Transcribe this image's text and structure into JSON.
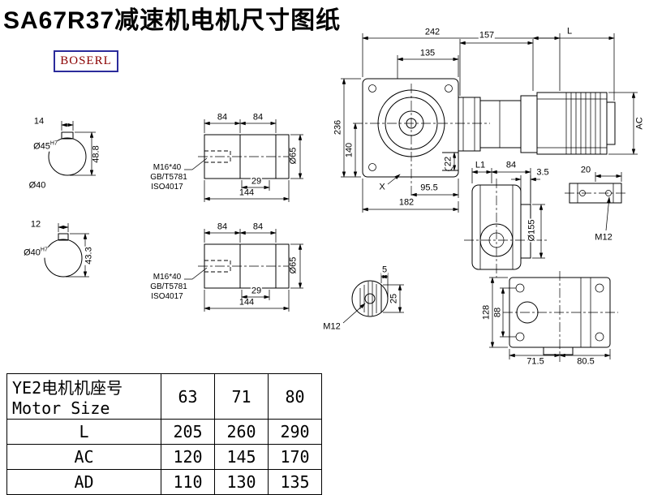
{
  "title": "SA67R37减速机电机尺寸图纸",
  "brand": "BOSERL",
  "colors": {
    "brand_text": "#8b0000",
    "brand_border": "#2b2b9b",
    "ink": "#000000"
  },
  "dims": {
    "shaft1_key_width": "14",
    "shaft1_bore": "Ø45",
    "shaft1_bore_tol": "H7",
    "shaft1_key_height": "48.8",
    "shaft1_od": "Ø40",
    "shaft2_key_width": "12",
    "shaft2_bore": "Ø40",
    "shaft2_bore_tol": "H7",
    "shaft2_key_height": "43.3",
    "stub_len_a": "84",
    "stub_len_b": "84",
    "stub_thread": "M16*40",
    "stub_std_gb": "GB/T5781",
    "stub_std_iso": "ISO4017",
    "stub_29": "29",
    "stub_144": "144",
    "stub_dia": "Ø65",
    "main_total": "242",
    "main_135": "135",
    "main_157": "157",
    "main_L": "L",
    "main_height": "236",
    "main_140": "140",
    "main_22": "22",
    "main_AC": "AC",
    "main_955": "95.5",
    "main_X": "X",
    "main_182": "182",
    "side_L1": "L1",
    "side_84": "84",
    "side_35": "3.5",
    "side_20": "20",
    "side_flange": "Ø155",
    "thread_m12": "M12",
    "key_5": "5",
    "key_25": "25",
    "bot_128": "128",
    "bot_88": "88",
    "bot_715": "71.5",
    "bot_805": "80.5"
  },
  "table": {
    "header_cn": "YE2电机机座号",
    "header_en": "Motor Size",
    "sizes": [
      "63",
      "71",
      "80"
    ],
    "rows": [
      {
        "label": "L",
        "values": [
          "205",
          "260",
          "290"
        ]
      },
      {
        "label": "AC",
        "values": [
          "120",
          "145",
          "170"
        ]
      },
      {
        "label": "AD",
        "values": [
          "110",
          "130",
          "135"
        ]
      }
    ]
  }
}
